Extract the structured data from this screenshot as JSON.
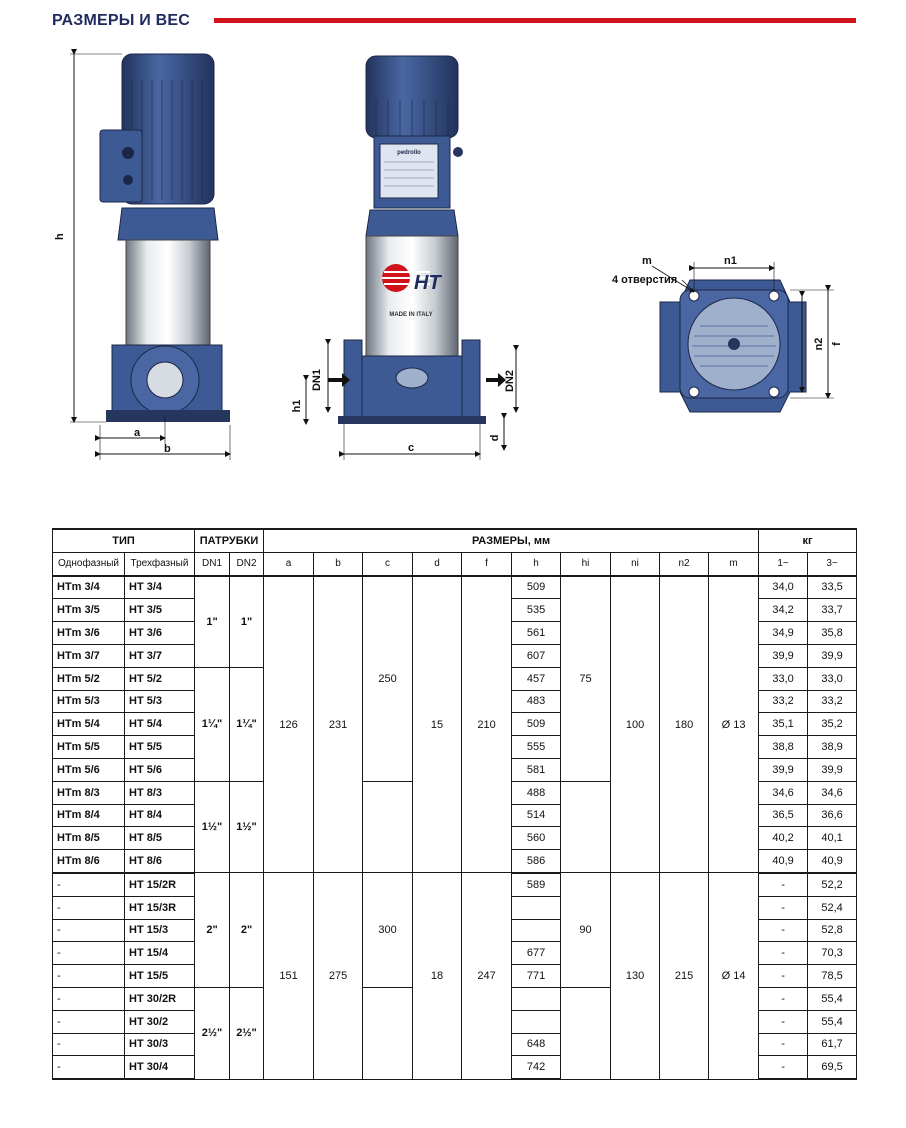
{
  "page": {
    "title": "РАЗМЕРЫ И ВЕС",
    "colors": {
      "accent_red": "#d0121b",
      "title_blue": "#1f2a5e",
      "pump_blue": "#3d5a95",
      "pump_dark": "#26365e"
    }
  },
  "drawings": {
    "side_view": {
      "labels": {
        "h": "h",
        "a": "a",
        "b": "b"
      }
    },
    "front_view": {
      "labels": {
        "dn1": "DN1",
        "dn2": "DN2",
        "h1": "h1",
        "d": "d",
        "c": "c"
      },
      "logo_text": "HT",
      "made_in": "MADE IN ITALY",
      "brand_plate": "pedrollo"
    },
    "top_view": {
      "labels": {
        "m": "m",
        "holes": "4 отверстия",
        "n1": "n1",
        "n2": "n2",
        "f": "f"
      }
    }
  },
  "table": {
    "header": {
      "type": "ТИП",
      "ports": "ПАТРУБКИ",
      "dims": "РАЗМЕРЫ, мм",
      "kg": "кг",
      "single": "Однофазный",
      "three": "Трехфазный",
      "dn1": "DN1",
      "dn2": "DN2",
      "a": "a",
      "b": "b",
      "c": "c",
      "d": "d",
      "f": "f",
      "h": "h",
      "hi": "hi",
      "ni": "ni",
      "n2": "n2",
      "m": "m",
      "w1": "1~",
      "w3": "3~"
    },
    "groups": {
      "g1": {
        "dn1": "1\"",
        "dn2": "1\""
      },
      "g2": {
        "dn1": "1¼\"",
        "dn2": "1¼\""
      },
      "g3": {
        "dn1": "1½\"",
        "dn2": "1½\""
      },
      "g4": {
        "dn1": "2\"",
        "dn2": "2\""
      },
      "g5": {
        "dn1": "2½\"",
        "dn2": "2½\""
      },
      "s1": {
        "a": "126",
        "b": "231",
        "c": "250",
        "d": "15",
        "f": "210",
        "hi": "75",
        "ni": "100",
        "n2": "180",
        "m": "Ø 13"
      },
      "s2": {
        "a": "151",
        "b": "275",
        "c": "300",
        "d": "18",
        "f": "247",
        "hi": "90",
        "ni": "130",
        "n2": "215",
        "m": "Ø 14"
      }
    },
    "rows": [
      {
        "single": "HTm 3/4",
        "three": "HT 3/4",
        "h": "509",
        "w1": "34,0",
        "w3": "33,5"
      },
      {
        "single": "HTm 3/5",
        "three": "HT 3/5",
        "h": "535",
        "w1": "34,2",
        "w3": "33,7"
      },
      {
        "single": "HTm 3/6",
        "three": "HT 3/6",
        "h": "561",
        "w1": "34,9",
        "w3": "35,8"
      },
      {
        "single": "HTm 3/7",
        "three": "HT 3/7",
        "h": "607",
        "w1": "39,9",
        "w3": "39,9"
      },
      {
        "single": "HTm 5/2",
        "three": "HT 5/2",
        "h": "457",
        "w1": "33,0",
        "w3": "33,0"
      },
      {
        "single": "HTm 5/3",
        "three": "HT 5/3",
        "h": "483",
        "w1": "33,2",
        "w3": "33,2"
      },
      {
        "single": "HTm 5/4",
        "three": "HT 5/4",
        "h": "509",
        "w1": "35,1",
        "w3": "35,2"
      },
      {
        "single": "HTm 5/5",
        "three": "HT 5/5",
        "h": "555",
        "w1": "38,8",
        "w3": "38,9"
      },
      {
        "single": "HTm 5/6",
        "three": "HT 5/6",
        "h": "581",
        "w1": "39,9",
        "w3": "39,9"
      },
      {
        "single": "HTm 8/3",
        "three": "HT 8/3",
        "h": "488",
        "w1": "34,6",
        "w3": "34,6"
      },
      {
        "single": "HTm 8/4",
        "three": "HT 8/4",
        "h": "514",
        "w1": "36,5",
        "w3": "36,6"
      },
      {
        "single": "HTm 8/5",
        "three": "HT 8/5",
        "h": "560",
        "w1": "40,2",
        "w3": "40,1"
      },
      {
        "single": "HTm 8/6",
        "three": "HT 8/6",
        "h": "586",
        "w1": "40,9",
        "w3": "40,9"
      },
      {
        "single": "-",
        "three": "HT 15/2R",
        "h": "589",
        "w1": "-",
        "w3": "52,2"
      },
      {
        "single": "-",
        "three": "HT 15/3R",
        "h": "",
        "w1": "-",
        "w3": "52,4"
      },
      {
        "single": "-",
        "three": "HT 15/3",
        "h": "",
        "w1": "-",
        "w3": "52,8"
      },
      {
        "single": "-",
        "three": "HT 15/4",
        "h": "677",
        "w1": "-",
        "w3": "70,3"
      },
      {
        "single": "-",
        "three": "HT 15/5",
        "h": "771",
        "w1": "-",
        "w3": "78,5"
      },
      {
        "single": "-",
        "three": "HT 30/2R",
        "h": "",
        "w1": "-",
        "w3": "55,4"
      },
      {
        "single": "-",
        "three": "HT 30/2",
        "h": "",
        "w1": "-",
        "w3": "55,4"
      },
      {
        "single": "-",
        "three": "HT 30/3",
        "h": "648",
        "w1": "-",
        "w3": "61,7"
      },
      {
        "single": "-",
        "three": "HT 30/4",
        "h": "742",
        "w1": "-",
        "w3": "69,5"
      }
    ]
  }
}
